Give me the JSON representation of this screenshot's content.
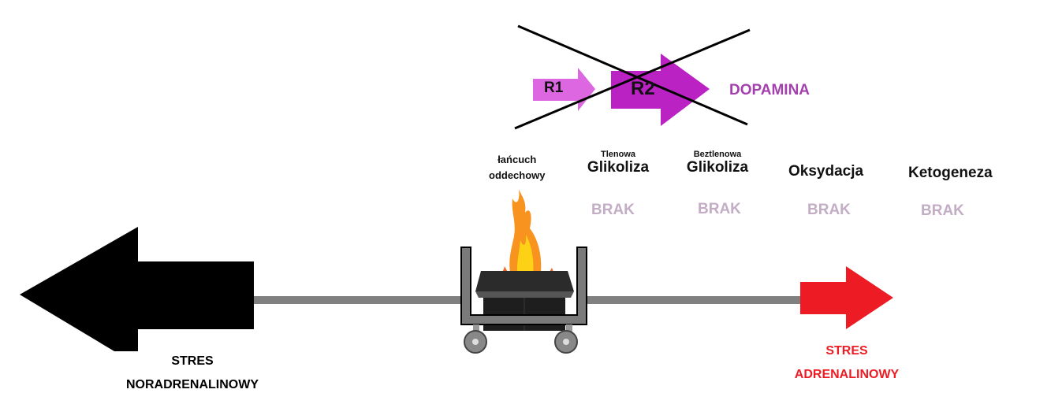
{
  "receptors": {
    "r1": "R1",
    "r2": "R2",
    "product": "DOPAMINA",
    "crossed_out": true,
    "colors": {
      "r1": "#dc67e0",
      "r2": "#bb22c4",
      "product": "#a43fae",
      "cross": "#000000"
    }
  },
  "pathways": [
    {
      "prefix": "",
      "name_line1": "łańcuch",
      "name_line2": "oddechowy",
      "status": ""
    },
    {
      "prefix": "Tlenowa",
      "name": "Glikoliza",
      "status": "BRAK"
    },
    {
      "prefix": "Beztlenowa",
      "name": "Glikoliza",
      "status": "BRAK"
    },
    {
      "prefix": "",
      "name": "Oksydacja",
      "status": "BRAK"
    },
    {
      "prefix": "",
      "name": "Ketogeneza",
      "status": "BRAK"
    }
  ],
  "axis": {
    "left": {
      "line1": "STRES",
      "line2": "NORADRENALINOWY",
      "color": "#000000"
    },
    "right": {
      "line1": "STRES",
      "line2": "ADRENALINOWY",
      "color": "#ed1c24"
    },
    "line_color": "#808080"
  },
  "center_icon": "fire-cart-icon"
}
